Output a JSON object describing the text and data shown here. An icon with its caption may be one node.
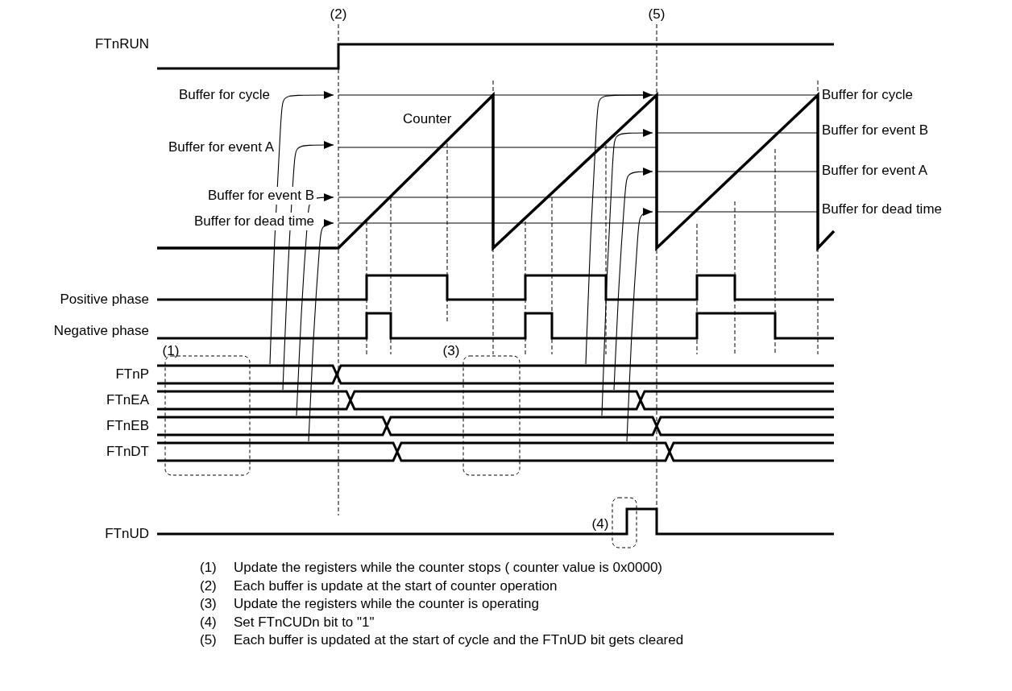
{
  "diagram": {
    "nodes": [
      {
        "text": [
          "FTnP"
        ]
      },
      {
        "text": [
          "FTnEA"
        ]
      },
      {
        "text": [
          "FTnEB"
        ]
      },
      {
        "text": [
          "FTnDT"
        ]
      }
    ],
    "edges": [
      {
        "from": 0,
        "to": null,
        "arrow": "to"
      },
      {
        "from": 1,
        "to": null,
        "arrow": "to"
      },
      {
        "from": 2,
        "to": null,
        "arrow": "to"
      },
      {
        "from": 3,
        "to": null,
        "arrow": "to"
      },
      {
        "from": 0,
        "to": null,
        "arrow": "to"
      },
      {
        "from": 2,
        "to": null,
        "arrow": "to"
      },
      {
        "from": 1,
        "to": null,
        "arrow": "to"
      },
      {
        "from": 3,
        "to": null,
        "arrow": "to"
      }
    ],
    "labels": [
      "(2)",
      "(5)",
      "FTnRUN",
      "Buffer for cycle",
      "Buffer for cycle",
      "Counter",
      "Buffer for event B",
      "Buffer for event A",
      "Buffer for event A",
      "Buffer for event B",
      "Buffer for dead time",
      "Buffer for dead time",
      "Positive phase",
      "Negative phase",
      "(1)",
      "(3)",
      "FTnUD",
      "(4)",
      "(1)",
      "Update the registers while the counter stops ( counter value is 0x0000)",
      "(2)",
      "Each buffer is update at the start of counter operation",
      "(3)",
      "Update the registers while the counter is operating",
      "(4)",
      "Set FTnCUDn bit to \"1\"",
      "(5)",
      "Each buffer is updated at the start of cycle and the FTnUD bit gets cleared"
    ]
  }
}
